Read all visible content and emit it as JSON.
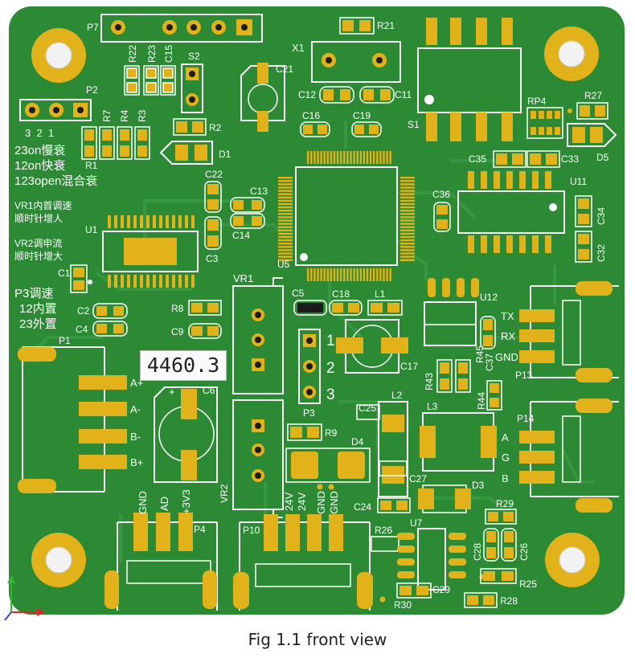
{
  "figure": {
    "caption": "Fig 1.1 front view",
    "readout": "4460.3"
  },
  "colors": {
    "board": "#2c8a35",
    "board_light": "#379a40",
    "copper": "#e2b21a",
    "silk": "#ffffff",
    "pad_dark": "#1c1c1c"
  },
  "board": {
    "designators": {
      "P7": "P7",
      "P2": "P2",
      "R22": "R22",
      "R23": "R23",
      "C15": "C15",
      "S2": "S2",
      "R2": "R2",
      "R7": "R7",
      "R4": "R4",
      "R3": "R3",
      "R1": "R1",
      "D1": "D1",
      "X1": "X1",
      "C21": "C21",
      "R21": "R21",
      "C12": "C12",
      "C11": "C11",
      "C16": "C16",
      "C19": "C19",
      "S1": "S1",
      "RP4": "RP4",
      "R27": "R27",
      "D5": "D5",
      "C33": "C33",
      "C35": "C35",
      "U11": "U11",
      "C36": "C36",
      "C34": "C34",
      "C32": "C32",
      "C22": "C22",
      "C13": "C13",
      "C14": "C14",
      "C3": "C3",
      "U1": "U1",
      "U5": "U5",
      "C1": "C1",
      "VR1": "VR1",
      "C5": "C5",
      "C18": "C18",
      "L1": "L1",
      "U12": "U12",
      "C2": "C2",
      "C4": "C4",
      "R8": "R8",
      "C9": "C9",
      "P1": "P1",
      "C6": "C6",
      "P3": "P3",
      "C17": "C17",
      "C25": "C25",
      "L2": "L2",
      "L3": "L3",
      "R43": "R43",
      "R45": "R45",
      "C37": "C37",
      "R44": "R44",
      "P13": "P13",
      "P14": "P14",
      "R9": "R9",
      "D4": "D4",
      "VR2": "VR2",
      "C27": "C27",
      "D3": "D3",
      "C24": "C24",
      "R29": "R29",
      "R26": "R26",
      "U7": "U7",
      "C28": "C28",
      "C26": "C26",
      "P4": "P4",
      "P10": "P10",
      "R25": "R25",
      "C29": "C29",
      "R30": "R30",
      "R28": "R28"
    },
    "notes": {
      "p2_pins": "3  2  1",
      "line_23on": "23on慢衰",
      "line_12on": "12on快衰",
      "line_123open": "123open混合衰",
      "vr1_a": "VR1内首调速",
      "vr1_b": "顺时针增人",
      "vr2_a": "VR2调申流",
      "vr2_b": "顺时针增大",
      "p3_a": "P3调速",
      "p3_b": "12内置",
      "p3_c": "23外置"
    },
    "pin_labels": {
      "a_plus": "A+",
      "a_minus": "A-",
      "b_minus": "B-",
      "b_plus": "B+",
      "tx": "TX",
      "rx": "RX",
      "gnd": "GND",
      "a": "A",
      "g": "G",
      "b": "B",
      "p3_1": "1",
      "p3_2": "2",
      "p3_3": "3",
      "p4_gnd": "GND",
      "p4_ad": "AD",
      "p4_3v3": "+3V3",
      "p10_24v_a": "24V",
      "p10_24v_b": "24V",
      "p10_gnd_a": "GND",
      "p10_gnd_b": "GND"
    }
  }
}
